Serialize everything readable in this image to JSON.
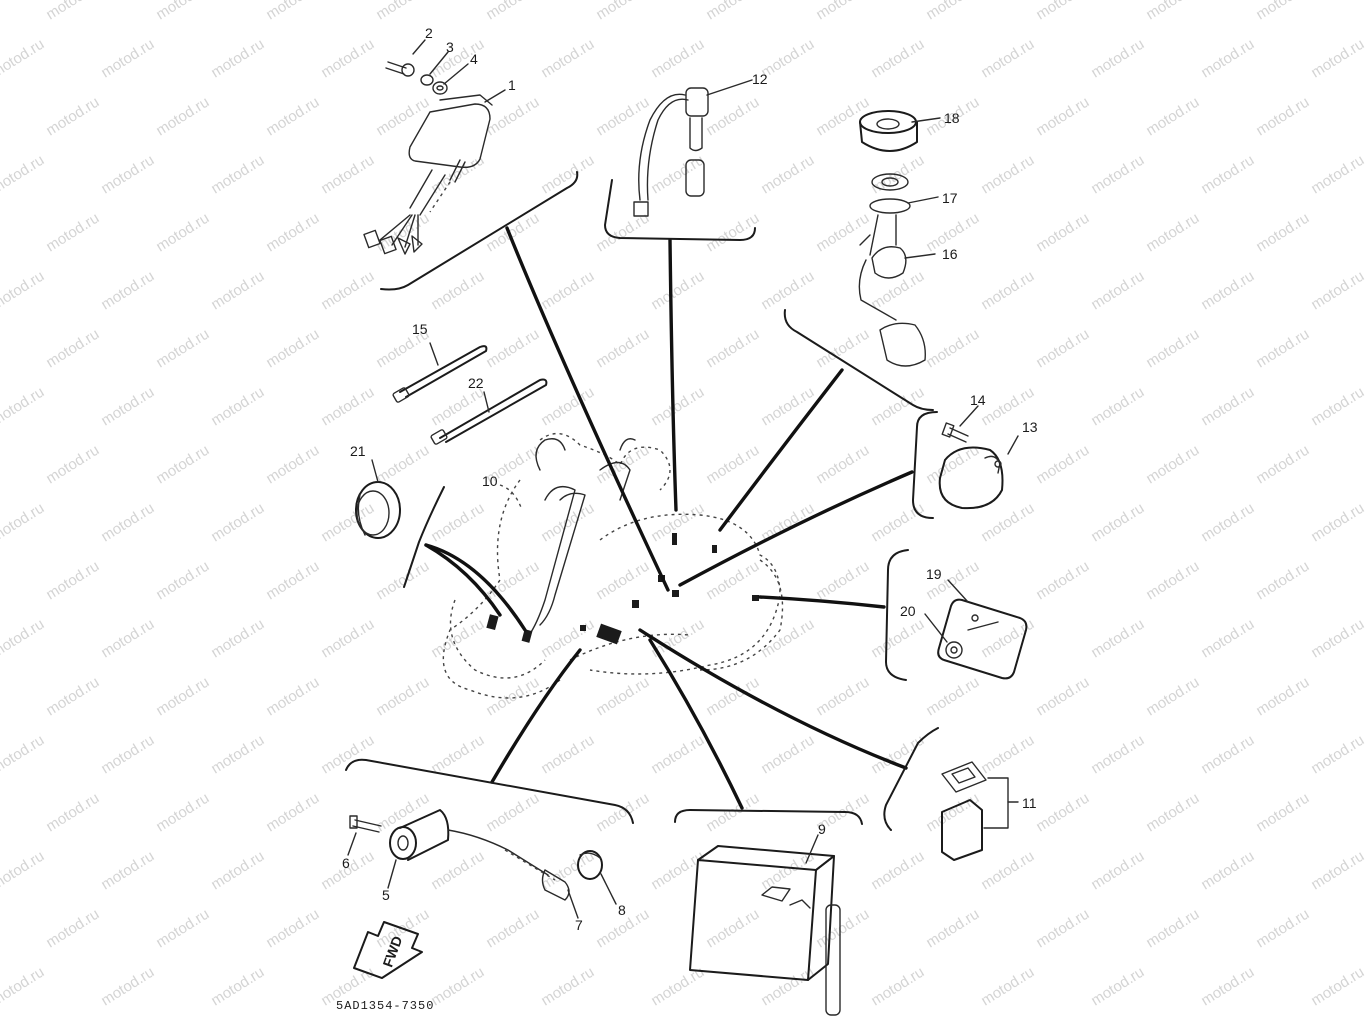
{
  "watermark": "motod.ru",
  "diagram_code": "5AD1354-7350",
  "fwd_label": "FWD",
  "callouts": {
    "c1": "1",
    "c2": "2",
    "c3": "3",
    "c4": "4",
    "c5": "5",
    "c6": "6",
    "c7": "7",
    "c8": "8",
    "c9": "9",
    "c10": "10",
    "c11": "11",
    "c12": "12",
    "c13": "13",
    "c14": "14",
    "c15": "15",
    "c16": "16",
    "c17": "17",
    "c18": "18",
    "c19": "19",
    "c20": "20",
    "c21": "21",
    "c22": "22"
  }
}
